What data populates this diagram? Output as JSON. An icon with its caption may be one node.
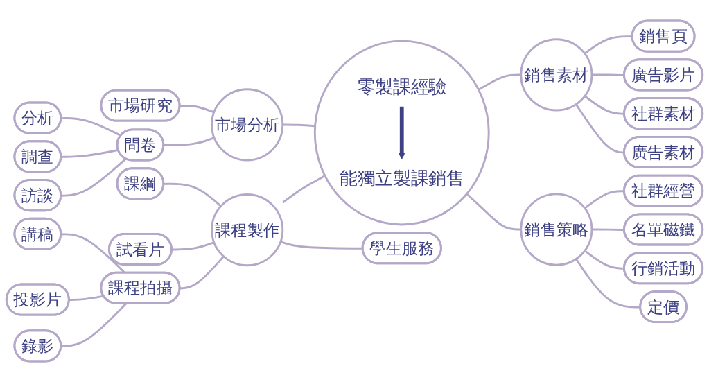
{
  "diagram": {
    "nodes": [
      {
        "text": [],
        "shape": "circle"
      },
      {
        "text": [
          "零製課經驗"
        ],
        "in": 0
      },
      {
        "text": [
          "能獨立製課銷售"
        ],
        "in": 0
      },
      {
        "text": [
          "市場分析"
        ]
      },
      {
        "text": [
          "市場研究"
        ]
      },
      {
        "text": [
          "問卷"
        ]
      },
      {
        "text": [
          "分析"
        ]
      },
      {
        "text": [
          "調查"
        ]
      },
      {
        "text": [
          "訪談"
        ]
      },
      {
        "text": [
          "銷售素材"
        ]
      },
      {
        "text": [
          "銷售頁"
        ]
      },
      {
        "text": [
          "廣告影片"
        ]
      },
      {
        "text": [
          "社群素材"
        ]
      },
      {
        "text": [
          "廣告素材"
        ]
      },
      {
        "text": [
          "銷售策略"
        ]
      },
      {
        "text": [
          "社群經營"
        ]
      },
      {
        "text": [
          "名單磁鐵"
        ]
      },
      {
        "text": [
          "行銷活動"
        ]
      },
      {
        "text": [
          "定價"
        ]
      },
      {
        "text": [
          "課程製作"
        ]
      },
      {
        "text": [
          "課綱"
        ]
      },
      {
        "text": [
          "試看片"
        ]
      },
      {
        "text": [
          "課程拍攝"
        ]
      },
      {
        "text": [
          "講稿"
        ]
      },
      {
        "text": [
          "投影片"
        ]
      },
      {
        "text": [
          "錄影"
        ]
      },
      {
        "text": [
          "學生服務"
        ]
      }
    ],
    "edges": [
      {
        "from": 1,
        "to": 2,
        "arrow": "to",
        "style": "thick",
        "color": "#3d4083"
      },
      {
        "from": 3,
        "to": 0,
        "arrow": "none"
      },
      {
        "from": 4,
        "to": 3,
        "arrow": "none"
      },
      {
        "from": 5,
        "to": 3,
        "arrow": "none"
      },
      {
        "from": 6,
        "to": 5,
        "arrow": "none"
      },
      {
        "from": 7,
        "to": 5,
        "arrow": "none"
      },
      {
        "from": 8,
        "to": 5,
        "arrow": "none"
      },
      {
        "from": 0,
        "to": 9,
        "arrow": "none"
      },
      {
        "from": 9,
        "to": 10,
        "arrow": "none"
      },
      {
        "from": 9,
        "to": 11,
        "arrow": "none"
      },
      {
        "from": 9,
        "to": 12,
        "arrow": "none"
      },
      {
        "from": 9,
        "to": 13,
        "arrow": "none"
      },
      {
        "from": 0,
        "to": 14,
        "arrow": "none"
      },
      {
        "from": 14,
        "to": 15,
        "arrow": "none"
      },
      {
        "from": 14,
        "to": 16,
        "arrow": "none"
      },
      {
        "from": 14,
        "to": 17,
        "arrow": "none"
      },
      {
        "from": 14,
        "to": 18,
        "arrow": "none"
      },
      {
        "from": 19,
        "to": 0,
        "arrow": "none"
      },
      {
        "from": 20,
        "to": 19,
        "arrow": "none"
      },
      {
        "from": 21,
        "to": 19,
        "arrow": "none"
      },
      {
        "from": 22,
        "to": 19,
        "arrow": "none"
      },
      {
        "from": 23,
        "to": 22,
        "arrow": "none"
      },
      {
        "from": 24,
        "to": 22,
        "arrow": "none"
      },
      {
        "from": 25,
        "to": 22,
        "arrow": "none"
      },
      {
        "from": 19,
        "to": 26,
        "arrow": "none"
      }
    ]
  }
}
